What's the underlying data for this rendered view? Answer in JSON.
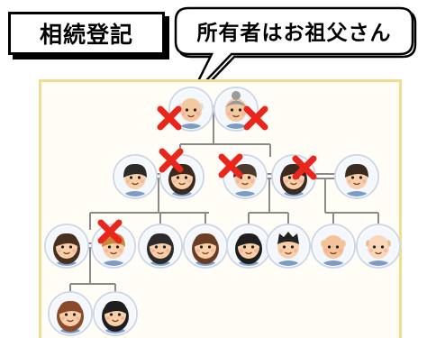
{
  "title": "相続登記",
  "callout": "所有者はお祖父さん",
  "colors": {
    "frame": "#f3dc8e",
    "line": "#8a8a8a",
    "cross": "#e8261c",
    "ring": "#cfd8e8"
  },
  "people": [
    {
      "id": "grandfather",
      "skin": "#f5c9a0",
      "hair": "#dcdcdc",
      "hair_style": "bald",
      "deceased": true
    },
    {
      "id": "grandmother",
      "skin": "#f5c9a0",
      "hair": "#9a9a9a",
      "hair_style": "bun",
      "deceased": true
    },
    {
      "id": "uncle-in-law",
      "skin": "#f7d0a8",
      "hair": "#2b2b2b",
      "hair_style": "short",
      "deceased": false
    },
    {
      "id": "aunt",
      "skin": "#f7d0a8",
      "hair": "#3b2a1f",
      "hair_style": "long",
      "deceased": true
    },
    {
      "id": "father",
      "skin": "#f7d0a8",
      "hair": "#4a3a30",
      "hair_style": "short",
      "deceased": true
    },
    {
      "id": "mother",
      "skin": "#f7d0a8",
      "hair": "#3b2a1f",
      "hair_style": "long",
      "deceased": true
    },
    {
      "id": "uncle2",
      "skin": "#f7d0a8",
      "hair": "#3b2a1f",
      "hair_style": "short",
      "deceased": false
    },
    {
      "id": "cousin-f1",
      "skin": "#f7d0a8",
      "hair": "#4a2f1f",
      "hair_style": "long",
      "deceased": false
    },
    {
      "id": "cousin-m1",
      "skin": "#f7d0a8",
      "hair": "#c9873a",
      "hair_style": "short",
      "deceased": true
    },
    {
      "id": "cousin-f2",
      "skin": "#f7d0a8",
      "hair": "#2b2b2b",
      "hair_style": "long",
      "deceased": false
    },
    {
      "id": "cousin-f3",
      "skin": "#f7d0a8",
      "hair": "#6b3d24",
      "hair_style": "long",
      "deceased": false
    },
    {
      "id": "child-f",
      "skin": "#f7d0a8",
      "hair": "#1e1e1e",
      "hair_style": "long",
      "deceased": false
    },
    {
      "id": "child-m",
      "skin": "#f7d0a8",
      "hair": "#222222",
      "hair_style": "spiky",
      "deceased": false
    },
    {
      "id": "child-bald",
      "skin": "#f4c39a",
      "hair": "#f4c39a",
      "hair_style": "bald",
      "deceased": false
    },
    {
      "id": "baby",
      "skin": "#f9d7b8",
      "hair": "#e8b98e",
      "hair_style": "bald",
      "deceased": false
    },
    {
      "id": "grandchild-f1",
      "skin": "#f7d0a8",
      "hair": "#8a4b2a",
      "hair_style": "curly",
      "deceased": false
    },
    {
      "id": "grandchild-f2",
      "skin": "#f7d0a8",
      "hair": "#1e1e1e",
      "hair_style": "pigtails",
      "deceased": false
    }
  ]
}
